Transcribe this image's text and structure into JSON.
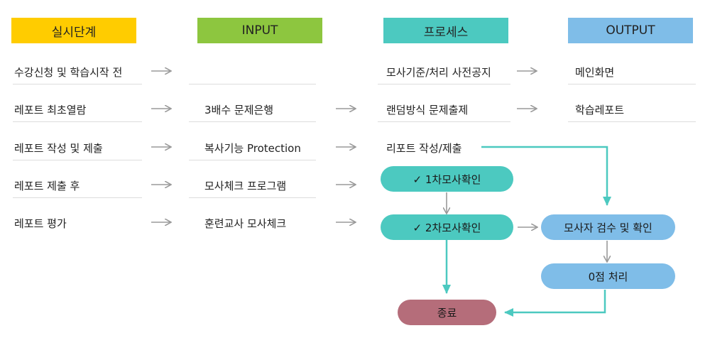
{
  "colors": {
    "stage": "#ffcc00",
    "input": "#8dc63f",
    "process": "#4cc9c0",
    "output": "#7fbde8",
    "end": "#b56d7a",
    "arrow_gray": "#9a9a9a",
    "arrow_teal": "#4cc9c0",
    "rule": "#dcdcdc"
  },
  "headers": {
    "stage": "실시단계",
    "input": "INPUT",
    "process": "프로세스",
    "output": "OUTPUT"
  },
  "rows": [
    {
      "stage": "수강신청 및 학습시작 전",
      "input": "",
      "process": "모사기준/처리 사전공지",
      "output": "메인화면"
    },
    {
      "stage": "레포트 최초열람",
      "input": "3배수 문제은행",
      "process": "랜덤방식 문제출제",
      "output": "학습레포트"
    },
    {
      "stage": "레포트 작성 및 제출",
      "input": "복사기능 Protection",
      "process": "리포트 작성/제출",
      "output": ""
    },
    {
      "stage": "레포트 제출 후",
      "input": "모사체크 프로그램",
      "process": "",
      "output": ""
    },
    {
      "stage": "레포트 평가",
      "input": "훈련교사 모사체크",
      "process": "",
      "output": ""
    }
  ],
  "nodes": {
    "check1": "✓ 1차모사확인",
    "check2": "✓ 2차모사확인",
    "confirm": "모사자 검수 및 확인",
    "zero": "0점 처리",
    "end": "종료"
  }
}
